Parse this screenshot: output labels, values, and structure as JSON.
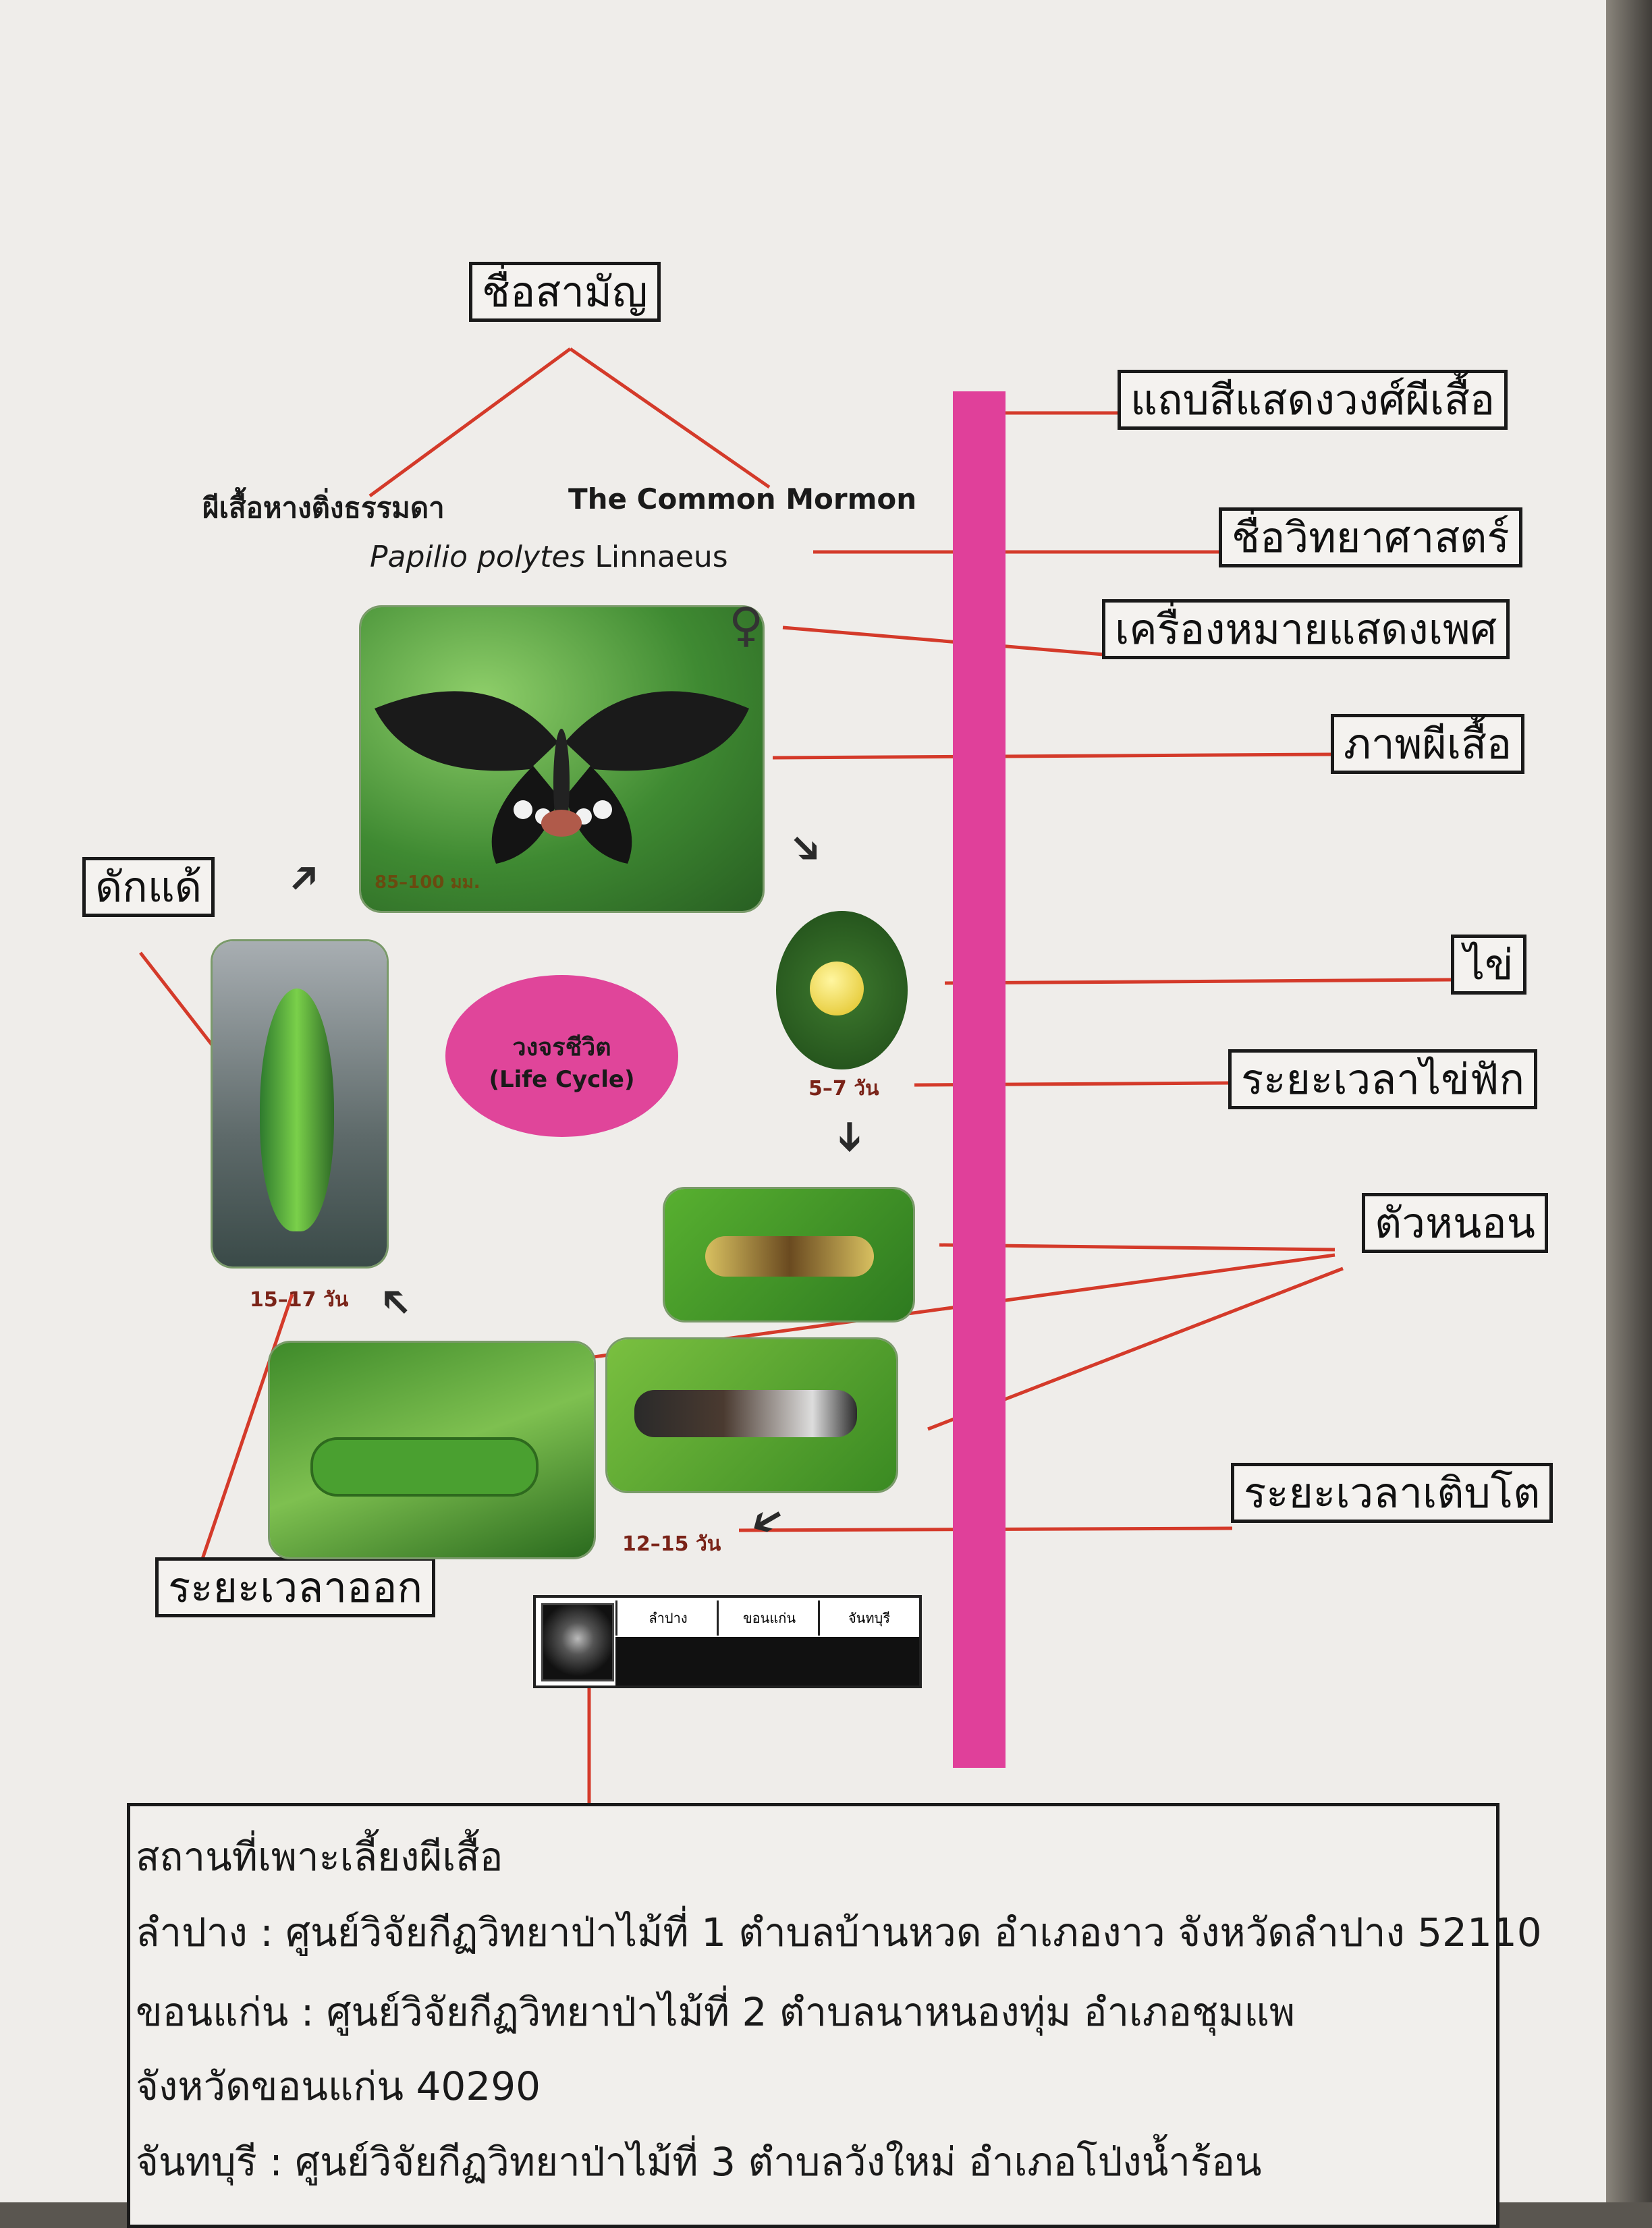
{
  "labels": {
    "common_name": "ชื่อสามัญ",
    "family_band": "แถบสีแสดงวงศ์ผีเสื้อ",
    "scientific_name": "ชื่อวิทยาศาสตร์",
    "sex_symbol": "เครื่องหมายแสดงเพศ",
    "butterfly_image": "ภาพผีเสื้อ",
    "egg": "ไข่",
    "hatch_time": "ระยะเวลาไข่ฟัก",
    "larva": "ตัวหนอน",
    "growth_time": "ระยะเวลาเติบโต",
    "pupa": "ดักแด้",
    "emerge_time": "ระยะเวลาออก"
  },
  "species": {
    "thai_name": "ผีเสื้อหางติ่งธรรมดา",
    "english_name": "The Common Mormon",
    "genus_species": "Papilio polytes",
    "author": " Linnaeus",
    "sex_symbol": "♀",
    "size": "85–100 มม."
  },
  "life_cycle": {
    "thai": "วงจรชีวิต",
    "english": "(Life Cycle)"
  },
  "durations": {
    "egg": "5–7 วัน",
    "larva": "12–15 วัน",
    "pupa": "15–17 วัน"
  },
  "location_table": {
    "headers": [
      "ลำปาง",
      "ขอนแก่น",
      "จันทบุรี"
    ]
  },
  "info": {
    "title": "สถานที่เพาะเลี้ยงผีเสื้อ",
    "lines": [
      "ลำปาง : ศูนย์วิจัยกีฏวิทยาป่าไม้ที่ 1 ตำบลบ้านหวด อำเภองาว จังหวัดลำปาง 52110",
      "ขอนแก่น : ศูนย์วิจัยกีฏวิทยาป่าไม้ที่ 2 ตำบลนาหนองทุ่ม อำเภอชุมแพ",
      "จังหวัดขอนแก่น 40290",
      "จันทบุรี : ศูนย์วิจัยกีฏวิทยาป่าไม้ที่ 3 ตำบลวังใหม่ อำเภอโป่งน้ำร้อน"
    ]
  },
  "colors": {
    "family_band": "#e0409a",
    "life_cycle_circle": "#e0459a",
    "pointer_line": "#d43a2a"
  }
}
